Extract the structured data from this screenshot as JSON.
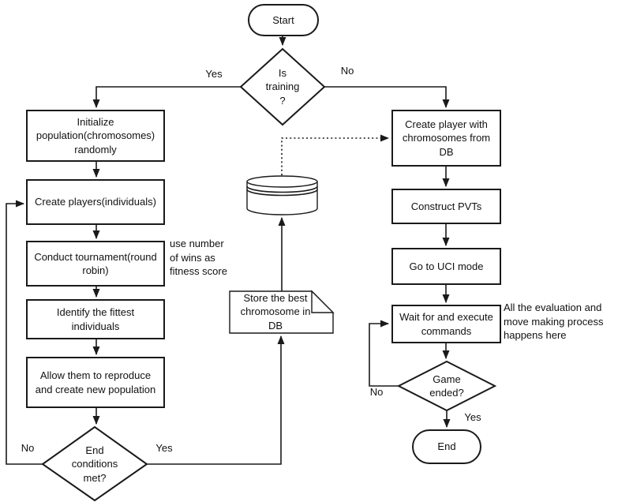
{
  "diagram": {
    "background": "#ffffff",
    "line_color": "#1a1a1a",
    "nodes": {
      "start": "Start",
      "is_training": "Is\ntraining\n?",
      "initialize_population": "Initialize\npopulation(chromosomes)\nrandomly",
      "create_players": "Create players(individuals)",
      "conduct_tournament": "Conduct tournament(round\nrobin)",
      "identify_fittest": "Identify the fittest\nindividuals",
      "allow_reproduce": "Allow them to reproduce\nand create new population",
      "end_conditions": "End\nconditions\nmet?",
      "store_chromosome": "Store the best\nchromosome in\nDB",
      "create_player_from_db": "Create player with\nchromosomes from\nDB",
      "construct_pvts": "Construct PVTs",
      "go_to_uci": "Go to UCI mode",
      "wait_execute": "Wait for and execute\ncommands",
      "game_ended": "Game\nended?",
      "end": "End"
    },
    "edge_labels": {
      "is_training_yes": "Yes",
      "is_training_no": "No",
      "end_conditions_no": "No",
      "end_conditions_yes": "Yes",
      "game_ended_no": "No",
      "game_ended_yes": "Yes"
    },
    "annotations": {
      "fitness_note": "use number\nof wins as\nfitness score",
      "evaluation_note": "All the evaluation and\nmove making process\nhappens here"
    },
    "icons": {
      "database": "database-cylinder-icon"
    }
  }
}
